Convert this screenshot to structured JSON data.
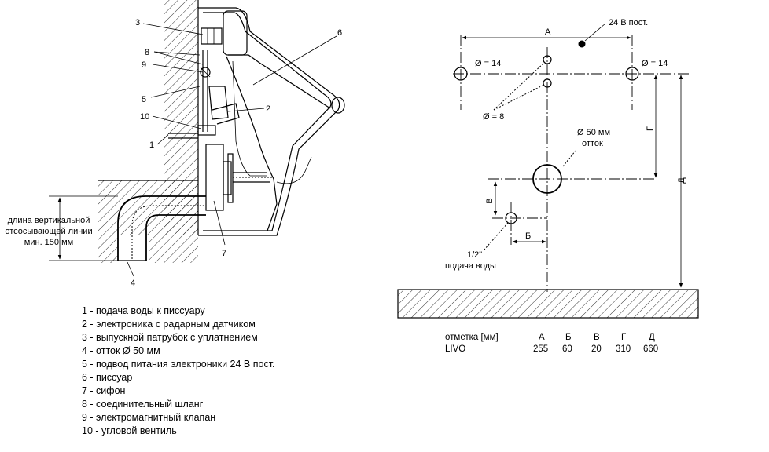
{
  "left_drawing": {
    "callouts": [
      "3",
      "6",
      "8",
      "9",
      "5",
      "2",
      "10",
      "1",
      "7",
      "4"
    ],
    "suction_note": [
      "длина вертикальной",
      "отсосывающей линии",
      "мин. 150 мм"
    ]
  },
  "legend": [
    "1 - подача воды к писсуару",
    "2 - электроника с радарным  датчиком",
    "3 - выпускной патрубок с уплатнением",
    "4 - отток Ø 50 мм",
    "5 - подвод питания электроники 24 В пост.",
    "6 - писсуар",
    "7 - сифон",
    "8 - соединительный шланг",
    "9 - электромагнитный клапан",
    "10 - угловой вентиль"
  ],
  "right_drawing": {
    "power_label": "24 В пост.",
    "hole_large_left": "Ø = 14",
    "hole_large_right": "Ø = 14",
    "hole_small": "Ø = 8",
    "outlet_size": "Ø 50 мм",
    "outlet_label": "отток",
    "water_size": "1/2\"",
    "water_label": "подача воды",
    "dim_A": "А",
    "dim_B": "Б",
    "dim_V": "В",
    "dim_G": "Г",
    "dim_D": "Д"
  },
  "dimension_table": {
    "headers": [
      "отметка [мм]",
      "А",
      "Б",
      "В",
      "Г",
      "Д"
    ],
    "rows": [
      [
        "LIVO",
        "255",
        "60",
        "20",
        "310",
        "660"
      ]
    ]
  }
}
